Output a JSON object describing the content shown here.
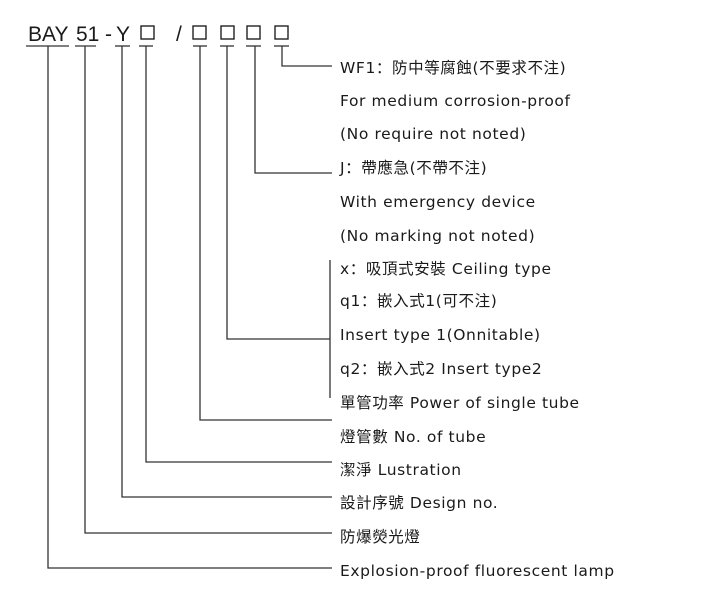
{
  "model_code": {
    "prefix": "BAY",
    "number": "51",
    "dash": "-",
    "letter": "Y",
    "slash": "/"
  },
  "labels": [
    "WF1：防中等腐蝕(不要求不注)",
    "For medium corrosion-proof",
    "(No require not noted)",
    "J：帶應急(不帶不注)",
    "With emergency device",
    "(No marking not noted)",
    "x：吸頂式安裝 Ceiling type",
    "q1：嵌入式1(可不注)",
    "Insert type 1(Onnitable)",
    "q2：嵌入式2 Insert type2",
    "單管功率 Power of single tube",
    "燈管數 No. of tube",
    "潔淨 Lustration",
    "設計序號 Design no.",
    "防爆熒光燈",
    "Explosion-proof fluorescent lamp"
  ]
}
